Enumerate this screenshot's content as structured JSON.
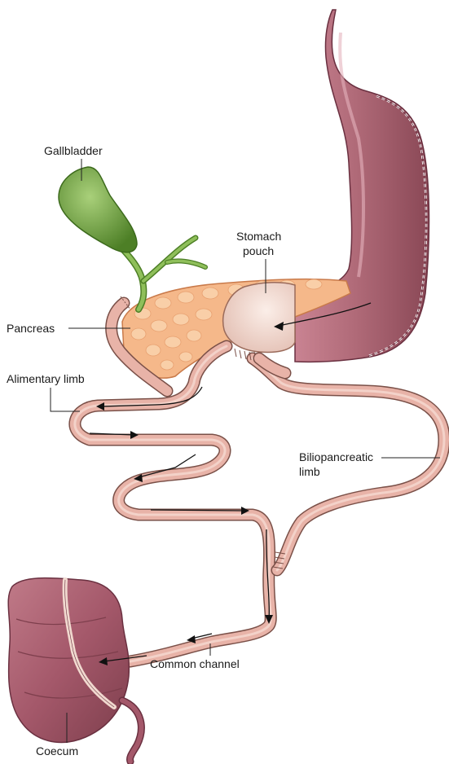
{
  "labels": {
    "gallbladder": "Gallbladder",
    "stomach_pouch_line1": "Stomach",
    "stomach_pouch_line2": "pouch",
    "pancreas": "Pancreas",
    "alimentary_limb": "Alimentary limb",
    "biliopancreatic_line1": "Biliopancreatic",
    "biliopancreatic_line2": "limb",
    "common_channel": "Common channel",
    "coecum": "Coecum"
  },
  "colors": {
    "stomach": "#b06a78",
    "stomach_dark": "#7d3e4c",
    "intestine": "#e8b3a8",
    "intestine_outline": "#7a5048",
    "pancreas": "#f5b88a",
    "gallbladder": "#6a9e3a",
    "pouch": "#f1d9cf",
    "coecum": "#a4586a"
  }
}
